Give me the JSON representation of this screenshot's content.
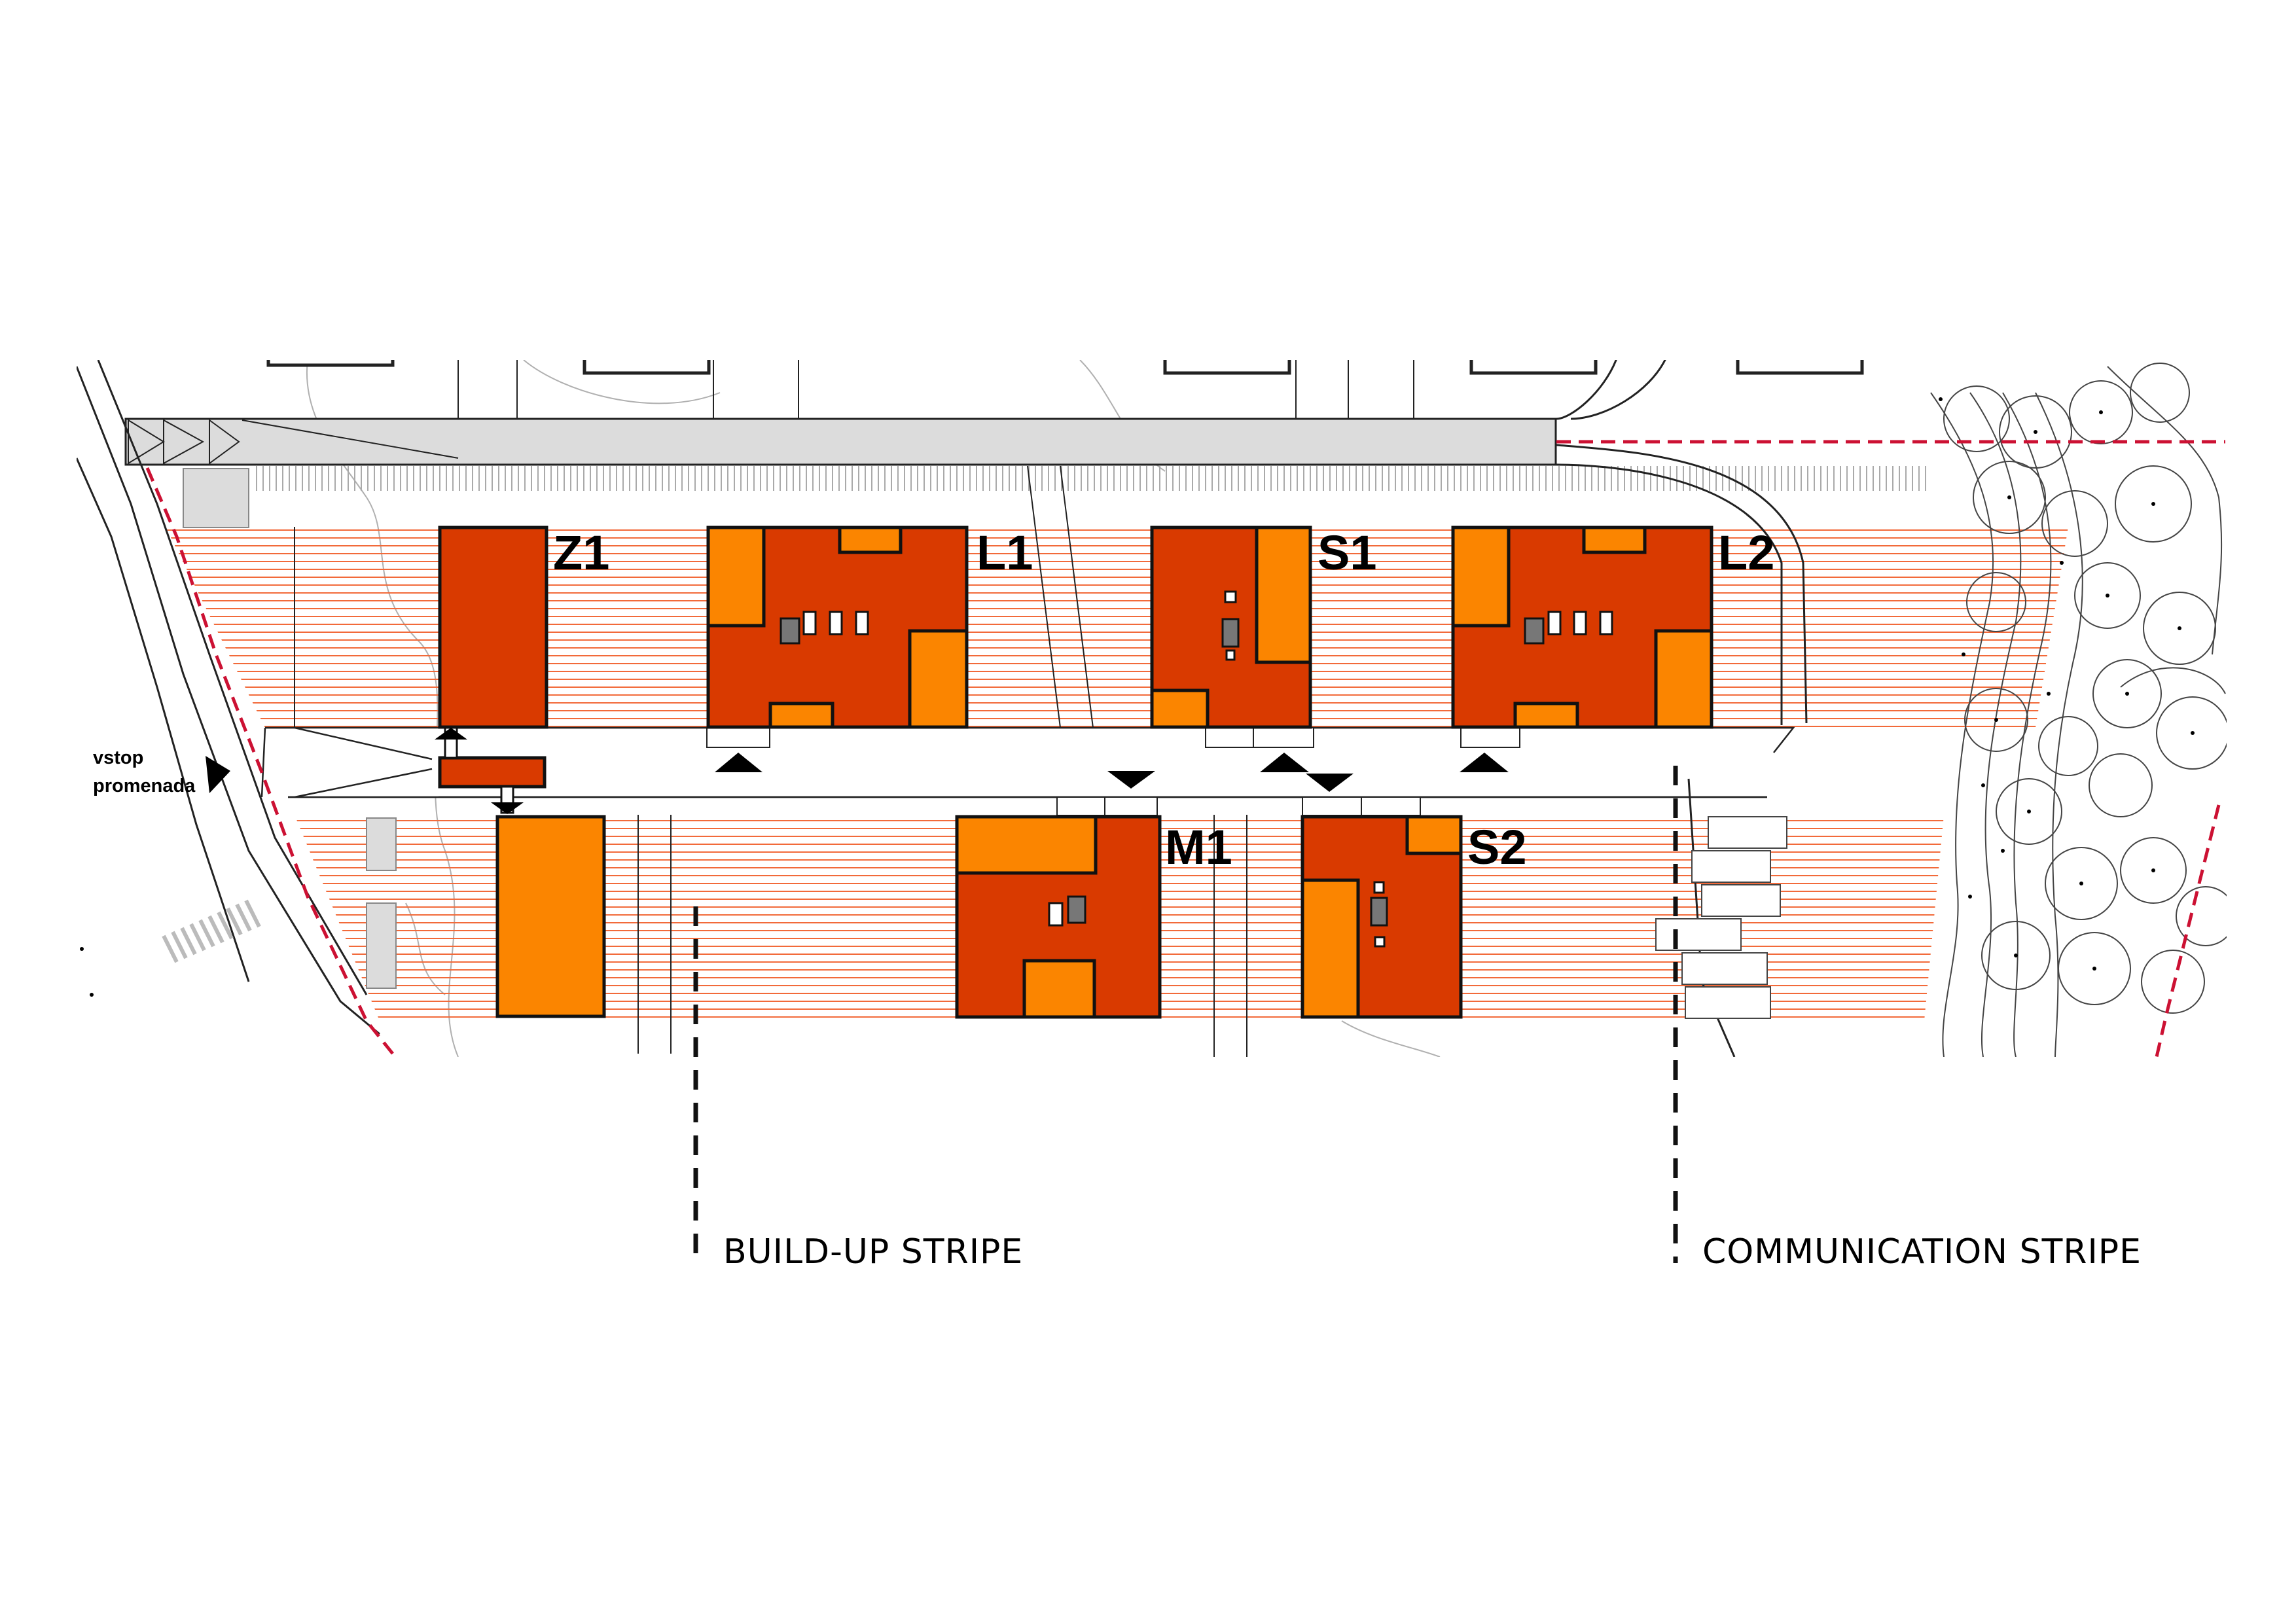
{
  "buildings": [
    {
      "code": "Z1"
    },
    {
      "code": "L1"
    },
    {
      "code": "S1"
    },
    {
      "code": "L2"
    },
    {
      "code": "M1"
    },
    {
      "code": "S2"
    }
  ],
  "entrance": {
    "line1": "vstop",
    "line2": "promenada"
  },
  "stripes": {
    "buildup": "BUILD-UP STRIPE",
    "communication": "COMMUNICATION STRIPE"
  },
  "colors": {
    "dark_orange": "#d93a00",
    "light_orange": "#fb8500",
    "hatch": "#f26a3a",
    "boundary_red": "#cc1133",
    "grey": "#dcdcdc"
  }
}
